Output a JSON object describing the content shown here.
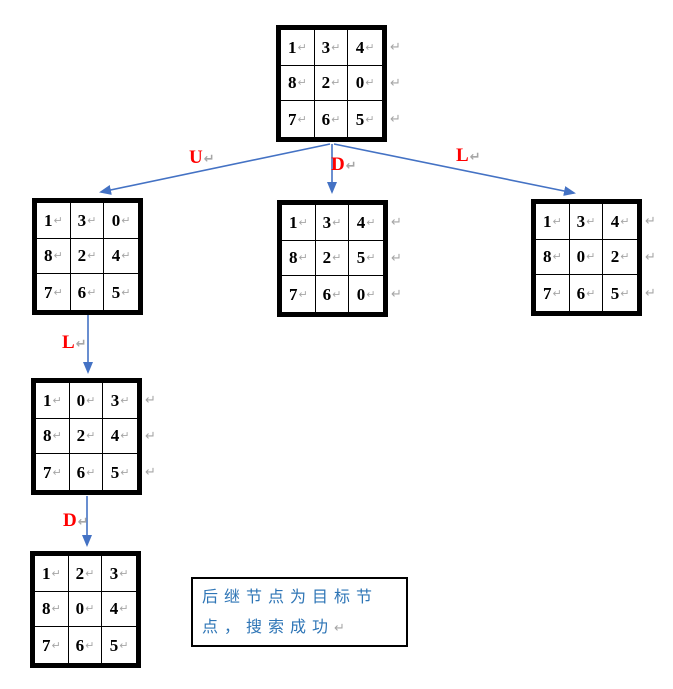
{
  "marks": {
    "return": "↵"
  },
  "colors": {
    "arrow_blue": "#4472C4",
    "label_red": "#FF0000",
    "note_blue": "#2E75B6",
    "mark_gray": "#A6A6A6",
    "grid_border": "#000000"
  },
  "grids": [
    {
      "name": "root",
      "rows": [
        [
          "1",
          "3",
          "4"
        ],
        [
          "8",
          "2",
          "0"
        ],
        [
          "7",
          "6",
          "5"
        ]
      ],
      "outer_marks": true
    },
    {
      "name": "after-up",
      "rows": [
        [
          "1",
          "3",
          "0"
        ],
        [
          "8",
          "2",
          "4"
        ],
        [
          "7",
          "6",
          "5"
        ]
      ],
      "outer_marks": false
    },
    {
      "name": "after-down",
      "rows": [
        [
          "1",
          "3",
          "4"
        ],
        [
          "8",
          "2",
          "5"
        ],
        [
          "7",
          "6",
          "0"
        ]
      ],
      "outer_marks": true
    },
    {
      "name": "after-left",
      "rows": [
        [
          "1",
          "3",
          "4"
        ],
        [
          "8",
          "0",
          "2"
        ],
        [
          "7",
          "6",
          "5"
        ]
      ],
      "outer_marks": true
    },
    {
      "name": "after-up-left",
      "rows": [
        [
          "1",
          "0",
          "3"
        ],
        [
          "8",
          "2",
          "4"
        ],
        [
          "7",
          "6",
          "5"
        ]
      ],
      "outer_marks": true
    },
    {
      "name": "goal",
      "rows": [
        [
          "1",
          "2",
          "3"
        ],
        [
          "8",
          "0",
          "4"
        ],
        [
          "7",
          "6",
          "5"
        ]
      ],
      "outer_marks": false
    }
  ],
  "edge_labels": [
    {
      "letter": "U"
    },
    {
      "letter": "D"
    },
    {
      "letter": "L"
    },
    {
      "letter": "L"
    },
    {
      "letter": "D"
    }
  ],
  "note": {
    "lines": [
      "后继节点为目标节",
      "点，搜索成功"
    ]
  }
}
